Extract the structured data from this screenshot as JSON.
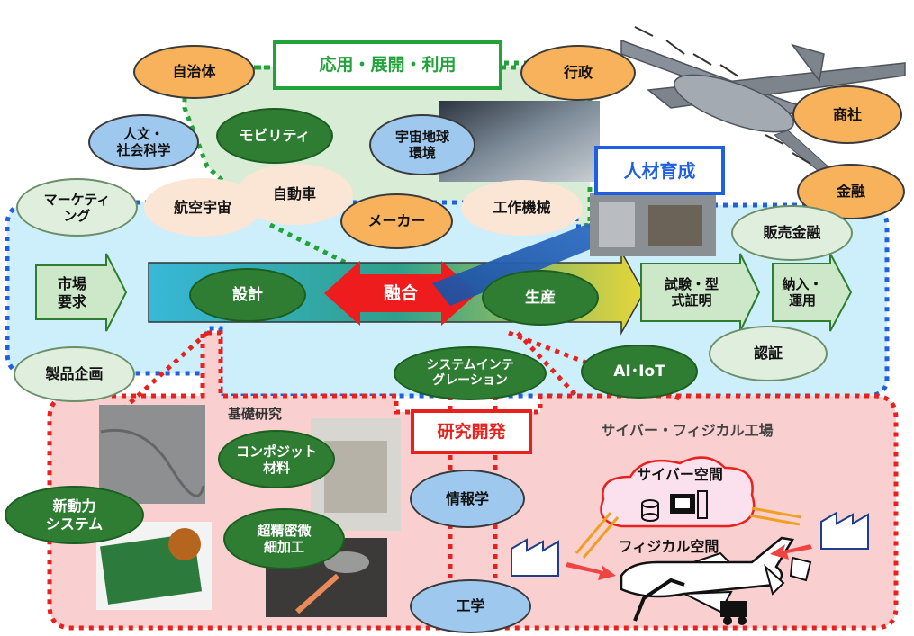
{
  "labels": {
    "jichitai": "自治体",
    "gyosei": "行政",
    "shosha": "商社",
    "kinyu": "金融",
    "hanbai_kinyu": "販売金融",
    "jinbun": "人文・\n社会科学",
    "mobility": "モビリティ",
    "uchu_chikyu": "宇宙地球\n環境",
    "jidosha": "自動車",
    "koku_uchu": "航空宇宙",
    "maker": "メーカー",
    "kosaku_kikai": "工作機械",
    "marketing": "マーケティ\nング",
    "ichiba_yokyu": "市場\n要求",
    "sekkei": "設計",
    "yugo": "融合",
    "seisan": "生産",
    "shiken": "試験・型\n式証明",
    "nonyu": "納入・\n運用",
    "ninsho": "認証",
    "seihin_kikaku": "製品企画",
    "system_integration": "システムインテ\nグレーション",
    "ai_iot": "AI･IoT",
    "kiso_kenkyu": "基礎研究",
    "kenkyu_kaihatsu": "研究開発",
    "cyber_physical_factory": "サイバー・フィジカル工場",
    "cyber_space": "サイバー空間",
    "physical_space": "フィジカル空間",
    "composite": "コンポジット\n材料",
    "shin_doryoku": "新動力\nシステム",
    "chou_seimitsu": "超精密微\n細加工",
    "johogaku": "情報学",
    "kogaku": "工学",
    "oyo": "応用・展開・利用",
    "jinzai": "人材育成"
  },
  "colors": {
    "application": "#22a33a",
    "development": "#1f5fe0",
    "research": "#e8211c",
    "orange_node": "#f8b25c",
    "blue_node": "#9ec8ee",
    "green_node": "#2e7d32"
  }
}
